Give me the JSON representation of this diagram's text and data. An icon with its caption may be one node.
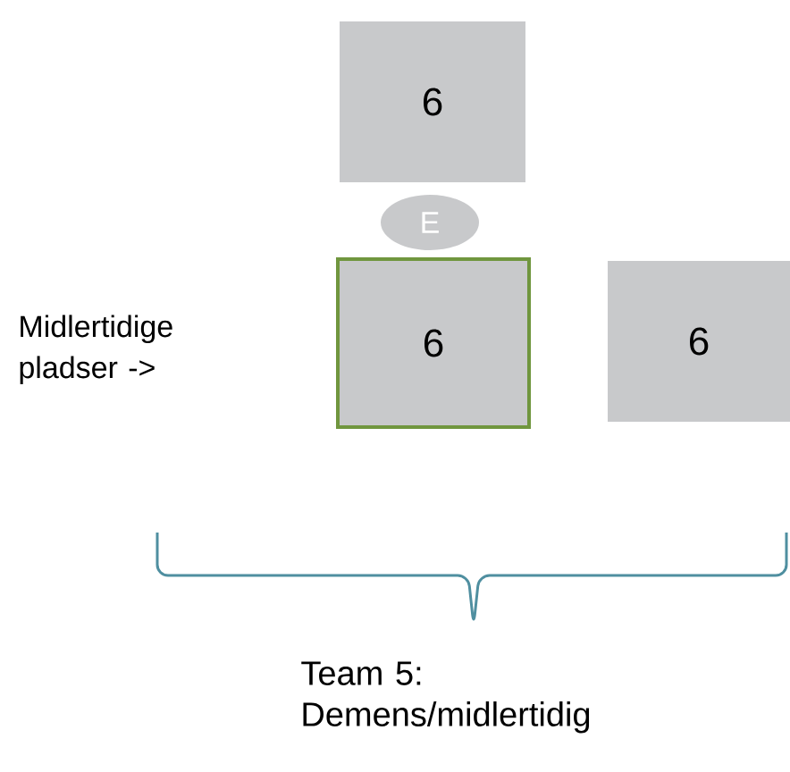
{
  "diagram": {
    "nodes": [
      {
        "text": [
          "6"
        ]
      },
      {
        "text": [
          "E"
        ]
      },
      {
        "text": [
          "6"
        ]
      },
      {
        "text": [
          "6"
        ]
      }
    ],
    "labels": [
      "Midlertidige pladser ->",
      "Team 5: Demens/midlertidig"
    ]
  }
}
